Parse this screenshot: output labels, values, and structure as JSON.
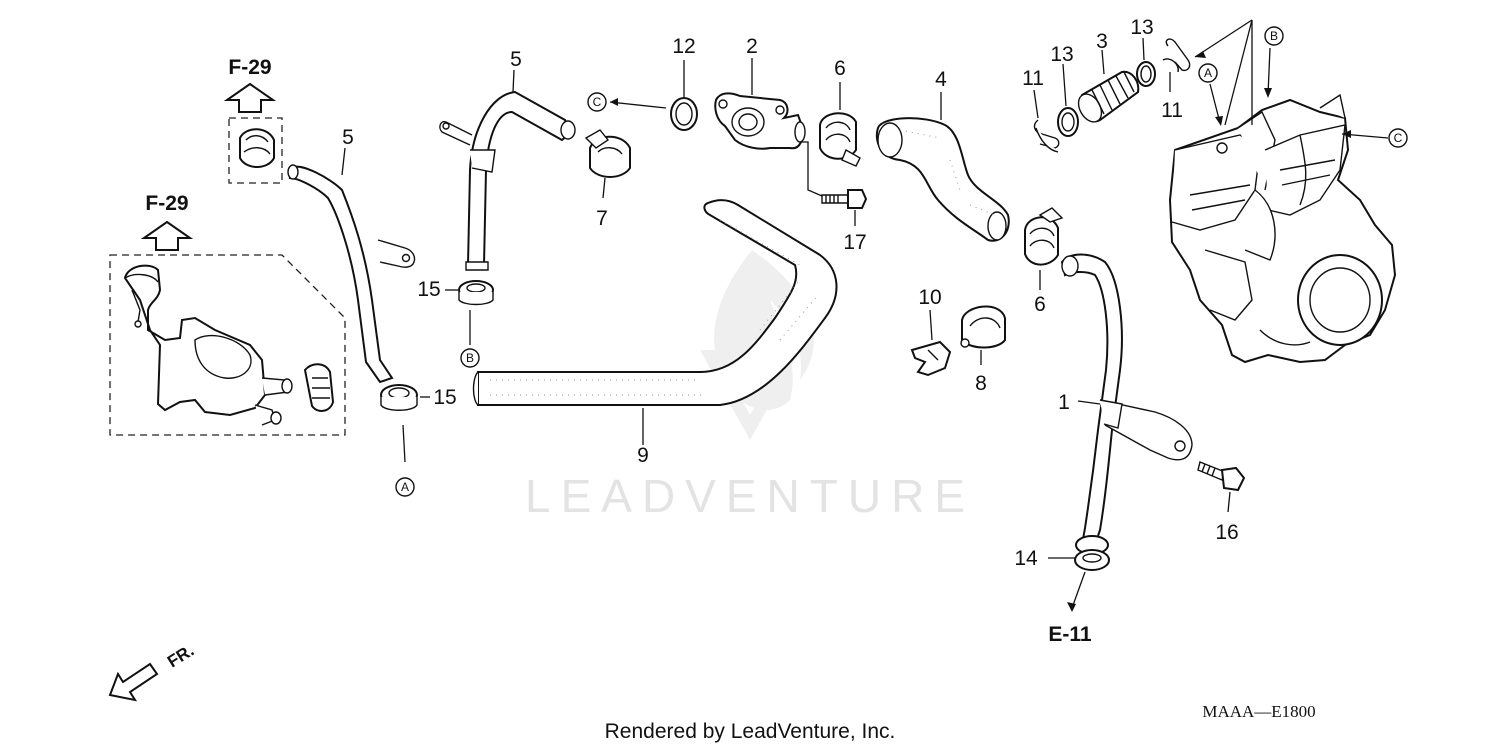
{
  "callouts": [
    {
      "id": "c1",
      "label": "1"
    },
    {
      "id": "c2",
      "label": "2"
    },
    {
      "id": "c3",
      "label": "3"
    },
    {
      "id": "c4",
      "label": "4"
    },
    {
      "id": "c5a",
      "label": "5"
    },
    {
      "id": "c5b",
      "label": "5"
    },
    {
      "id": "c6a",
      "label": "6"
    },
    {
      "id": "c6b",
      "label": "6"
    },
    {
      "id": "c7",
      "label": "7"
    },
    {
      "id": "c8",
      "label": "8"
    },
    {
      "id": "c9",
      "label": "9"
    },
    {
      "id": "c10",
      "label": "10"
    },
    {
      "id": "c11a",
      "label": "11"
    },
    {
      "id": "c11b",
      "label": "11"
    },
    {
      "id": "c12",
      "label": "12"
    },
    {
      "id": "c13a",
      "label": "13"
    },
    {
      "id": "c13b",
      "label": "13"
    },
    {
      "id": "c14",
      "label": "14"
    },
    {
      "id": "c15a",
      "label": "15"
    },
    {
      "id": "c15b",
      "label": "15"
    },
    {
      "id": "c16",
      "label": "16"
    },
    {
      "id": "c17",
      "label": "17"
    }
  ],
  "connection_markers": {
    "a1": "A",
    "a2": "A",
    "b1": "B",
    "b2": "B",
    "c1": "C",
    "c2": "C"
  },
  "references": {
    "f29_top": "F-29",
    "f29_left": "F-29",
    "e11": "E-11"
  },
  "direction_label": "FR.",
  "watermark": "LEADVENTURE",
  "footer": "Rendered by LeadVenture, Inc.",
  "diagram_code": "MAAA—E1800"
}
